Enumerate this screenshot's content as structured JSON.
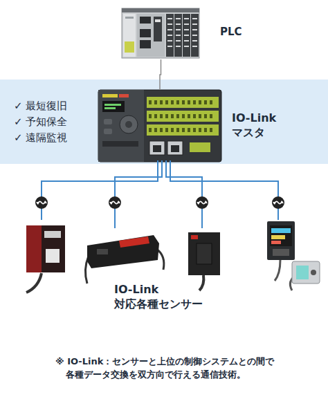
{
  "diagram": {
    "caption": "※ IO-Link：センサーと上位の制御システムとの間で 各種データ交換を双方向で行える通信技術。",
    "nodes": [
      {
        "text": [
          "PLC"
        ]
      },
      {
        "text": [
          "✓ 最短復旧",
          "✓ 予知保全",
          "✓ 遠隔監視"
        ]
      },
      {
        "text": [
          "IO-Link マスタ"
        ],
        "in": 1
      }
    ],
    "edges": [
      {
        "from": 0,
        "to": 2,
        "arrow": "none"
      }
    ],
    "labels": [
      "IO-Link 対応各種センサー"
    ]
  }
}
